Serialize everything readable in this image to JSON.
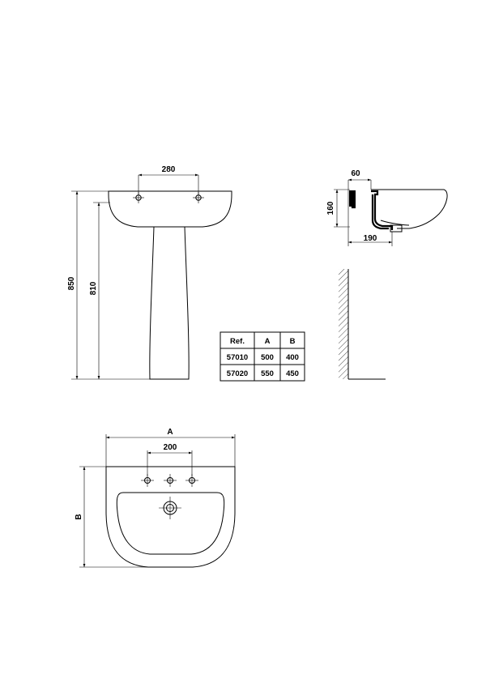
{
  "dimensions": {
    "front_tap_spacing": "280",
    "front_total_height": "850",
    "front_rim_height": "810",
    "side_depth_offset": "60",
    "side_height": "160",
    "side_waste_offset": "190",
    "top_tap_spacing": "200",
    "top_width_label": "A",
    "top_depth_label": "B"
  },
  "table": {
    "headers": [
      "Ref.",
      "A",
      "B"
    ],
    "rows": [
      [
        "57010",
        "500",
        "400"
      ],
      [
        "57020",
        "550",
        "450"
      ]
    ]
  }
}
